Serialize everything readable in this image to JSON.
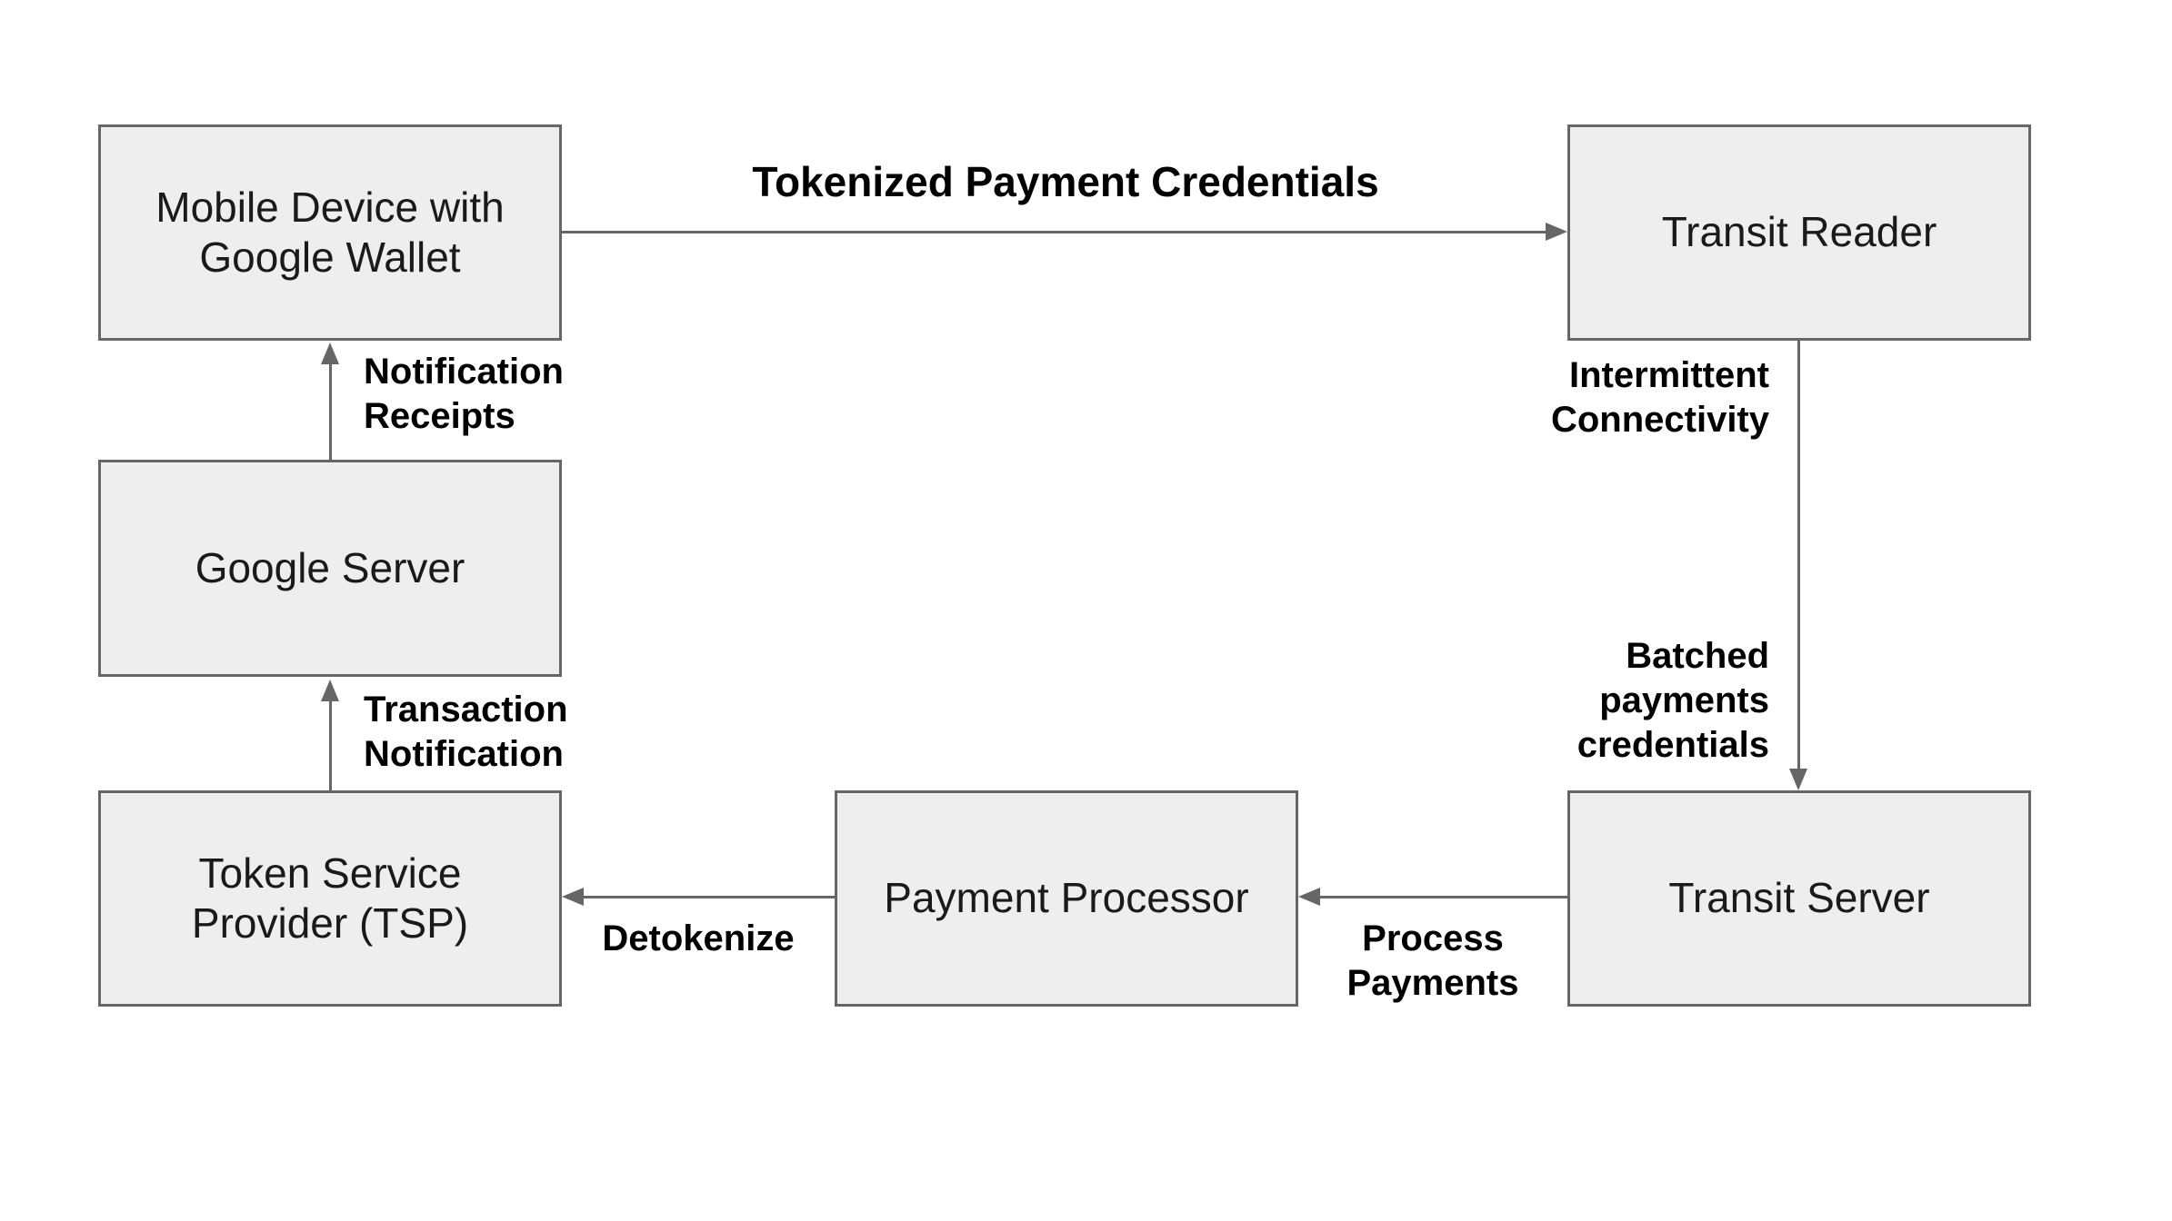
{
  "canvas": {
    "background": "#ffffff"
  },
  "colors": {
    "node_fill": "#eeeeee",
    "node_border": "#666666",
    "arrow": "#666666",
    "node_text": "#1a1a1a",
    "label_text": "#000000"
  },
  "nodes": {
    "mobile_device": {
      "label": "Mobile Device with\nGoogle Wallet"
    },
    "transit_reader": {
      "label": "Transit Reader"
    },
    "google_server": {
      "label": "Google Server"
    },
    "token_service_provider": {
      "label": "Token Service\nProvider (TSP)"
    },
    "payment_processor": {
      "label": "Payment Processor"
    },
    "transit_server": {
      "label": "Transit Server"
    }
  },
  "edges": {
    "tokenized_payment_credentials": {
      "from": "mobile_device",
      "to": "transit_reader",
      "direction": "right",
      "label": "Tokenized Payment Credentials"
    },
    "reader_to_transit_server": {
      "from": "transit_reader",
      "to": "transit_server",
      "direction": "down",
      "labels": [
        "Intermittent\nConnectivity",
        "Batched\npayments\ncredentials"
      ]
    },
    "process_payments": {
      "from": "transit_server",
      "to": "payment_processor",
      "direction": "left",
      "label": "Process\nPayments"
    },
    "detokenize": {
      "from": "payment_processor",
      "to": "token_service_provider",
      "direction": "left",
      "label": "Detokenize"
    },
    "transaction_notification": {
      "from": "token_service_provider",
      "to": "google_server",
      "direction": "up",
      "label": "Transaction\nNotification"
    },
    "notification_receipts": {
      "from": "google_server",
      "to": "mobile_device",
      "direction": "up",
      "label": "Notification\nReceipts"
    }
  }
}
